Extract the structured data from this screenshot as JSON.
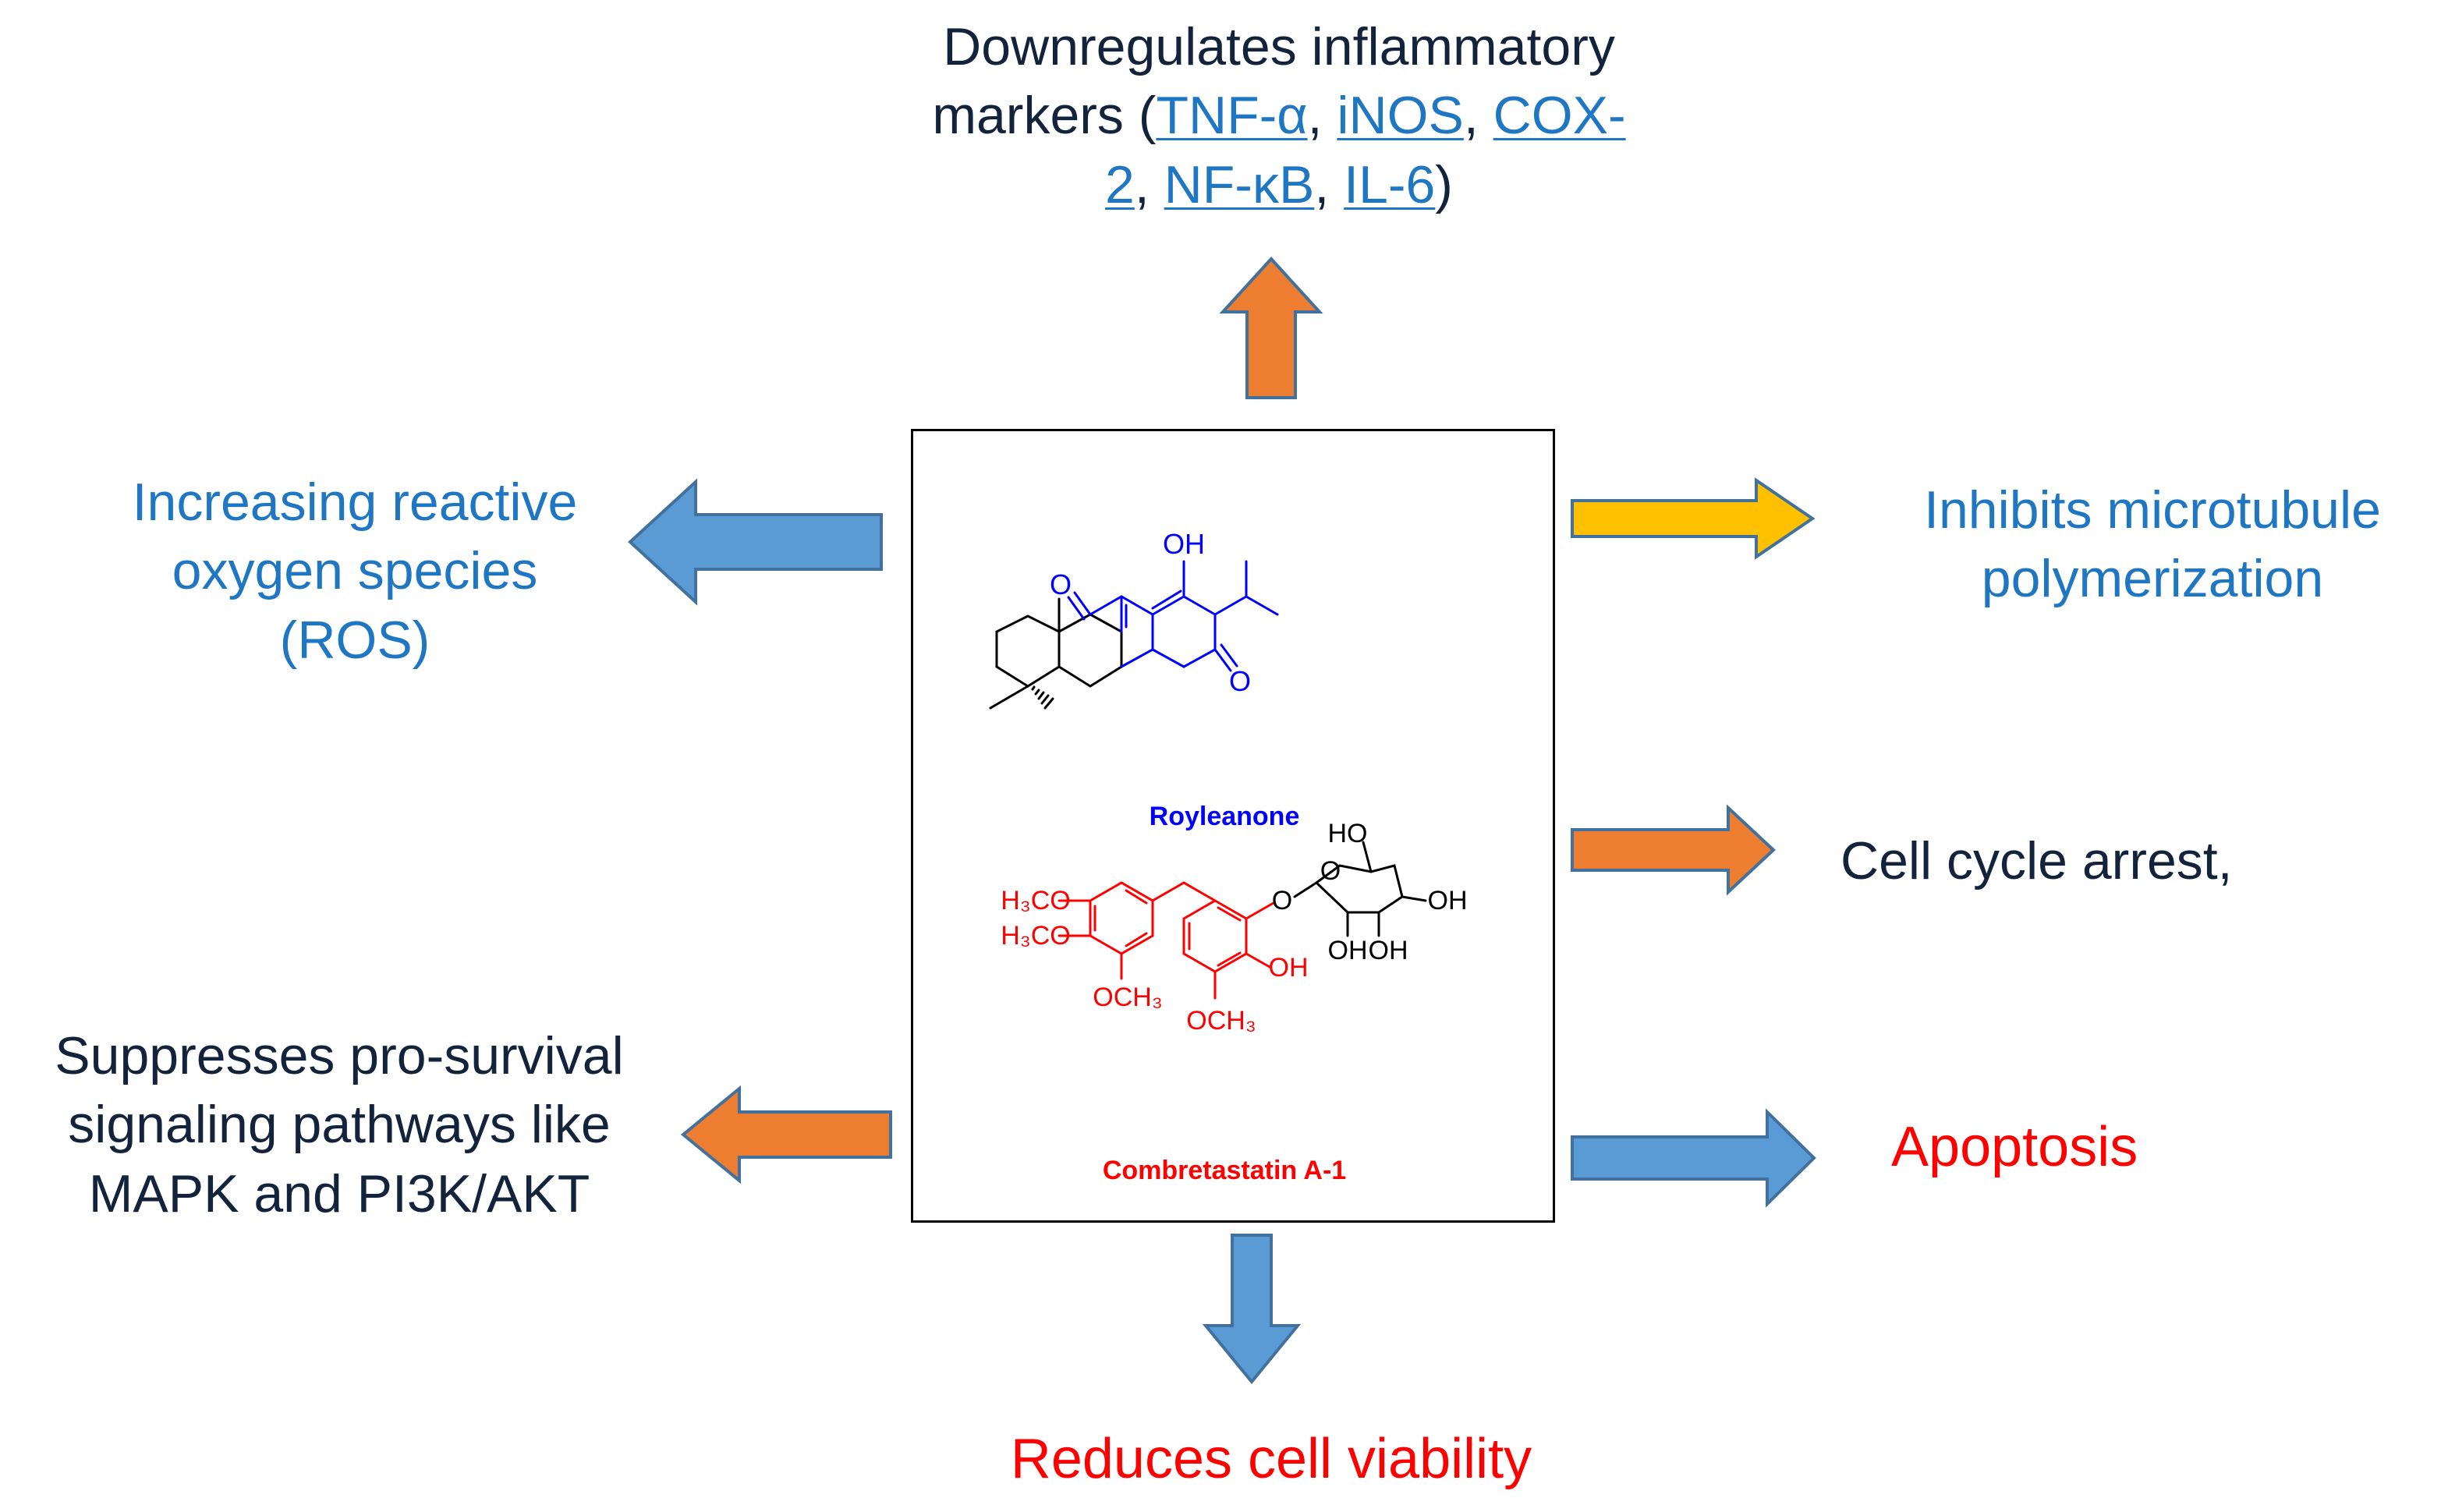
{
  "colors": {
    "orange": "#ed7d31",
    "blue_arrow": "#5b9bd5",
    "yellow": "#ffc000",
    "arrow_outline": "#41719c",
    "text_dark": "#14233c",
    "text_blue": "#1f77c4",
    "text_red": "#ff0000",
    "mol_blue": "#0000ff",
    "mol_red": "#ff0000"
  },
  "top": {
    "line1": "Downregulates inflammatory",
    "line2_pre": "markers (",
    "tnf": "TNF-α",
    "sep1": ", ",
    "inos": "iNOS",
    "sep2": ", ",
    "cox": "COX-",
    "cox_cont": "2",
    "sep3": ", ",
    "nfkb": "NF-κB",
    "sep4": ", ",
    "il6": "IL-6",
    "close": ")"
  },
  "left": {
    "ros": [
      "Increasing reactive",
      "oxygen species",
      "(ROS)"
    ],
    "survival": [
      "Suppresses pro-survival",
      "signaling pathways like",
      "MAPK and PI3K/AKT"
    ]
  },
  "right": {
    "microtubule": [
      "Inhibits microtubule",
      "polymerization"
    ],
    "cell_cycle": "Cell cycle arrest,",
    "apoptosis": "Apoptosis"
  },
  "bottom": {
    "viability": "Reduces cell viability"
  },
  "compounds": {
    "royleanone": {
      "name": "Royleanone",
      "oh": "OH",
      "o1": "O",
      "o2": "O"
    },
    "combretastatin": {
      "name": "Combretastatin A-1",
      "h3co_1": "H₃CO",
      "h3co_2": "H₃CO",
      "och3_1": "OCH₃",
      "och3_2": "OCH₃",
      "oh": "OH",
      "o_link": "O",
      "sugar_ho": "HO",
      "sugar_o": "O",
      "sugar_oh1": "OH",
      "sugar_oh2": "OH",
      "sugar_oh3": "OH"
    }
  }
}
